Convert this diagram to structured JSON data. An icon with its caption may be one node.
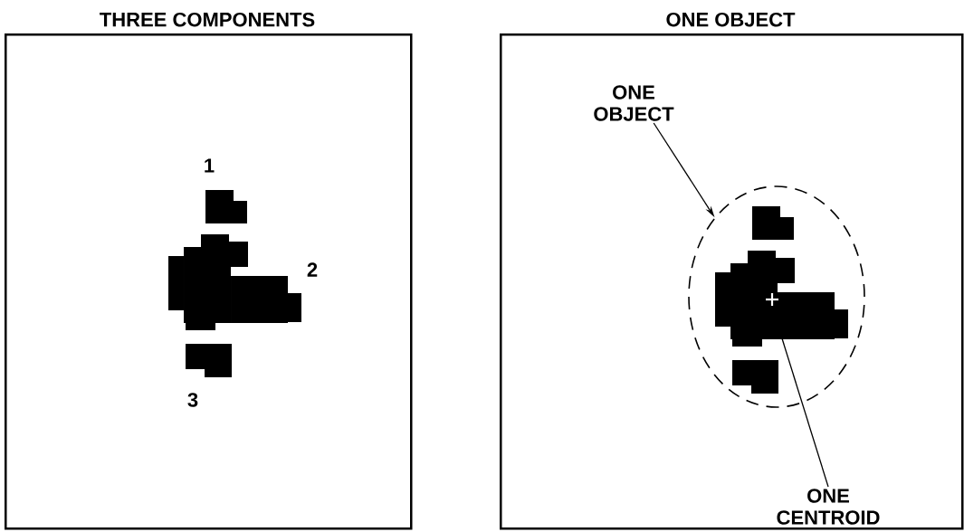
{
  "diagram": {
    "nodes": [
      {
        "text": [
          "THREE COMPONENTS"
        ]
      },
      {
        "text": [
          "ONE OBJECT"
        ]
      },
      {
        "text": [
          "ONE OBJECT"
        ],
        "in": 1
      },
      {
        "text": [],
        "shape": "ellipse",
        "in": 1
      },
      {
        "text": [
          "ONE CENTROID"
        ],
        "in": 1
      },
      {
        "text": [],
        "shape": "picture",
        "in": 3
      }
    ],
    "edges": [
      {
        "from": 2,
        "to": 3,
        "arrow": "to"
      },
      {
        "from": 4,
        "to": 5,
        "arrow": "none"
      }
    ],
    "labels": [
      "1",
      "2",
      "3"
    ]
  }
}
